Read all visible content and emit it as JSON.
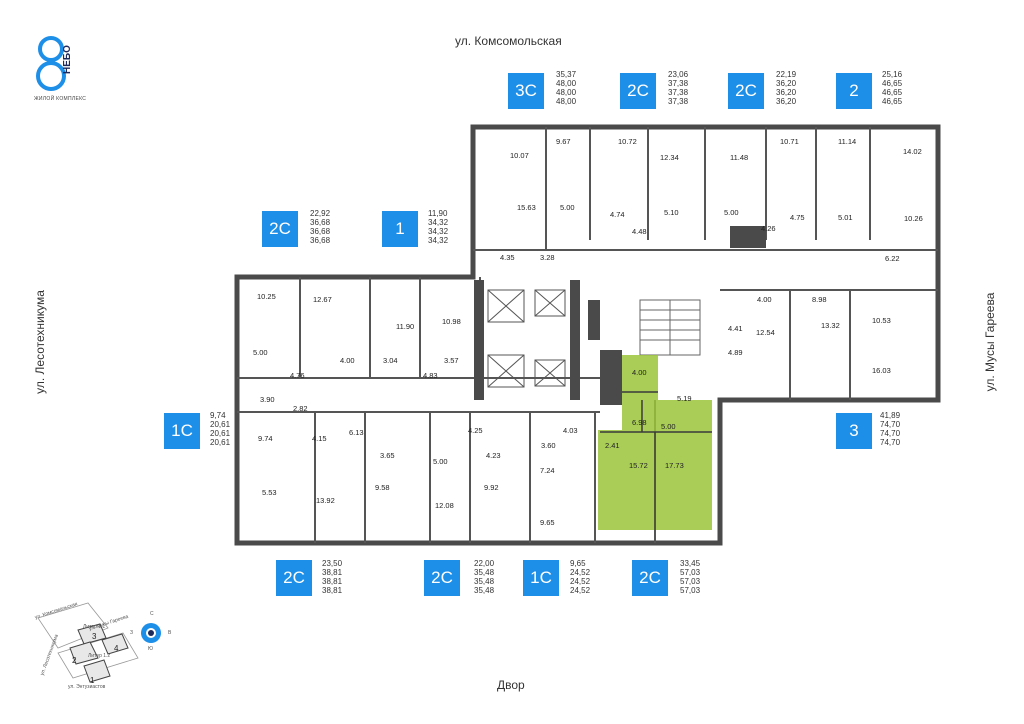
{
  "logo": {
    "brand": "НЕБО",
    "tagline": "ЖИЛОЙ КОМПЛЕКС",
    "accent": "#1e8fe8"
  },
  "streets": {
    "top": "ул. Комсомольская",
    "bottom": "Двор",
    "left": "ул. Лесотехникума",
    "right": "ул. Мусы Гареева"
  },
  "apartments": [
    {
      "type": "3С",
      "areas": [
        "35,37",
        "48,00",
        "48,00",
        "48,00"
      ]
    },
    {
      "type": "2С",
      "areas": [
        "23,06",
        "37,38",
        "37,38",
        "37,38"
      ]
    },
    {
      "type": "2С",
      "areas": [
        "22,19",
        "36,20",
        "36,20",
        "36,20"
      ]
    },
    {
      "type": "2",
      "areas": [
        "25,16",
        "46,65",
        "46,65",
        "46,65"
      ]
    },
    {
      "type": "2С",
      "areas": [
        "22,92",
        "36,68",
        "36,68",
        "36,68"
      ]
    },
    {
      "type": "1",
      "areas": [
        "11,90",
        "34,32",
        "34,32",
        "34,32"
      ]
    },
    {
      "type": "1С",
      "areas": [
        "9,74",
        "20,61",
        "20,61",
        "20,61"
      ]
    },
    {
      "type": "3",
      "areas": [
        "41,89",
        "74,70",
        "74,70",
        "74,70"
      ]
    },
    {
      "type": "2С",
      "areas": [
        "23,50",
        "38,81",
        "38,81",
        "38,81"
      ]
    },
    {
      "type": "2С",
      "areas": [
        "22,00",
        "35,48",
        "35,48",
        "35,48"
      ]
    },
    {
      "type": "1С",
      "areas": [
        "9,65",
        "24,52",
        "24,52",
        "24,52"
      ]
    },
    {
      "type": "2С",
      "areas": [
        "33,45",
        "57,03",
        "57,03",
        "57,03"
      ]
    }
  ],
  "room_areas": [
    "10.07",
    "9.67",
    "10.72",
    "12.34",
    "11.48",
    "10.71",
    "11.14",
    "14.02",
    "15.63",
    "5.00",
    "4.74",
    "5.10",
    "5.00",
    "4.75",
    "5.01",
    "10.26",
    "4.48",
    "4.26",
    "4.35",
    "3.28",
    "6.22",
    "10.25",
    "12.67",
    "11.90",
    "10.98",
    "4.00",
    "8.98",
    "5.00",
    "4.00",
    "3.04",
    "3.57",
    "4.41",
    "12.54",
    "13.32",
    "10.53",
    "4.76",
    "4.83",
    "4.89",
    "16.03",
    "3.90",
    "2.82",
    "4.00",
    "5.19",
    "9.74",
    "4.15",
    "6.13",
    "4.25",
    "3.60",
    "4.03",
    "6.98",
    "5.00",
    "3.65",
    "5.00",
    "4.23",
    "2.41",
    "5.53",
    "13.92",
    "9.58",
    "12.08",
    "9.92",
    "7.24",
    "15.72",
    "17.73",
    "9.65"
  ],
  "highlight_color": "#9ac43a",
  "minimap": {
    "streets": [
      "ул. Комсомольская",
      "ул. Мусы Гареева",
      "ул. Лесотехникума",
      "ул. Энтузиастов"
    ],
    "sections": [
      "Литер 1.1",
      "Литер 1.2"
    ],
    "numbers": [
      "1",
      "2",
      "3",
      "4"
    ],
    "compass": [
      "С",
      "В",
      "Ю",
      "З"
    ]
  }
}
